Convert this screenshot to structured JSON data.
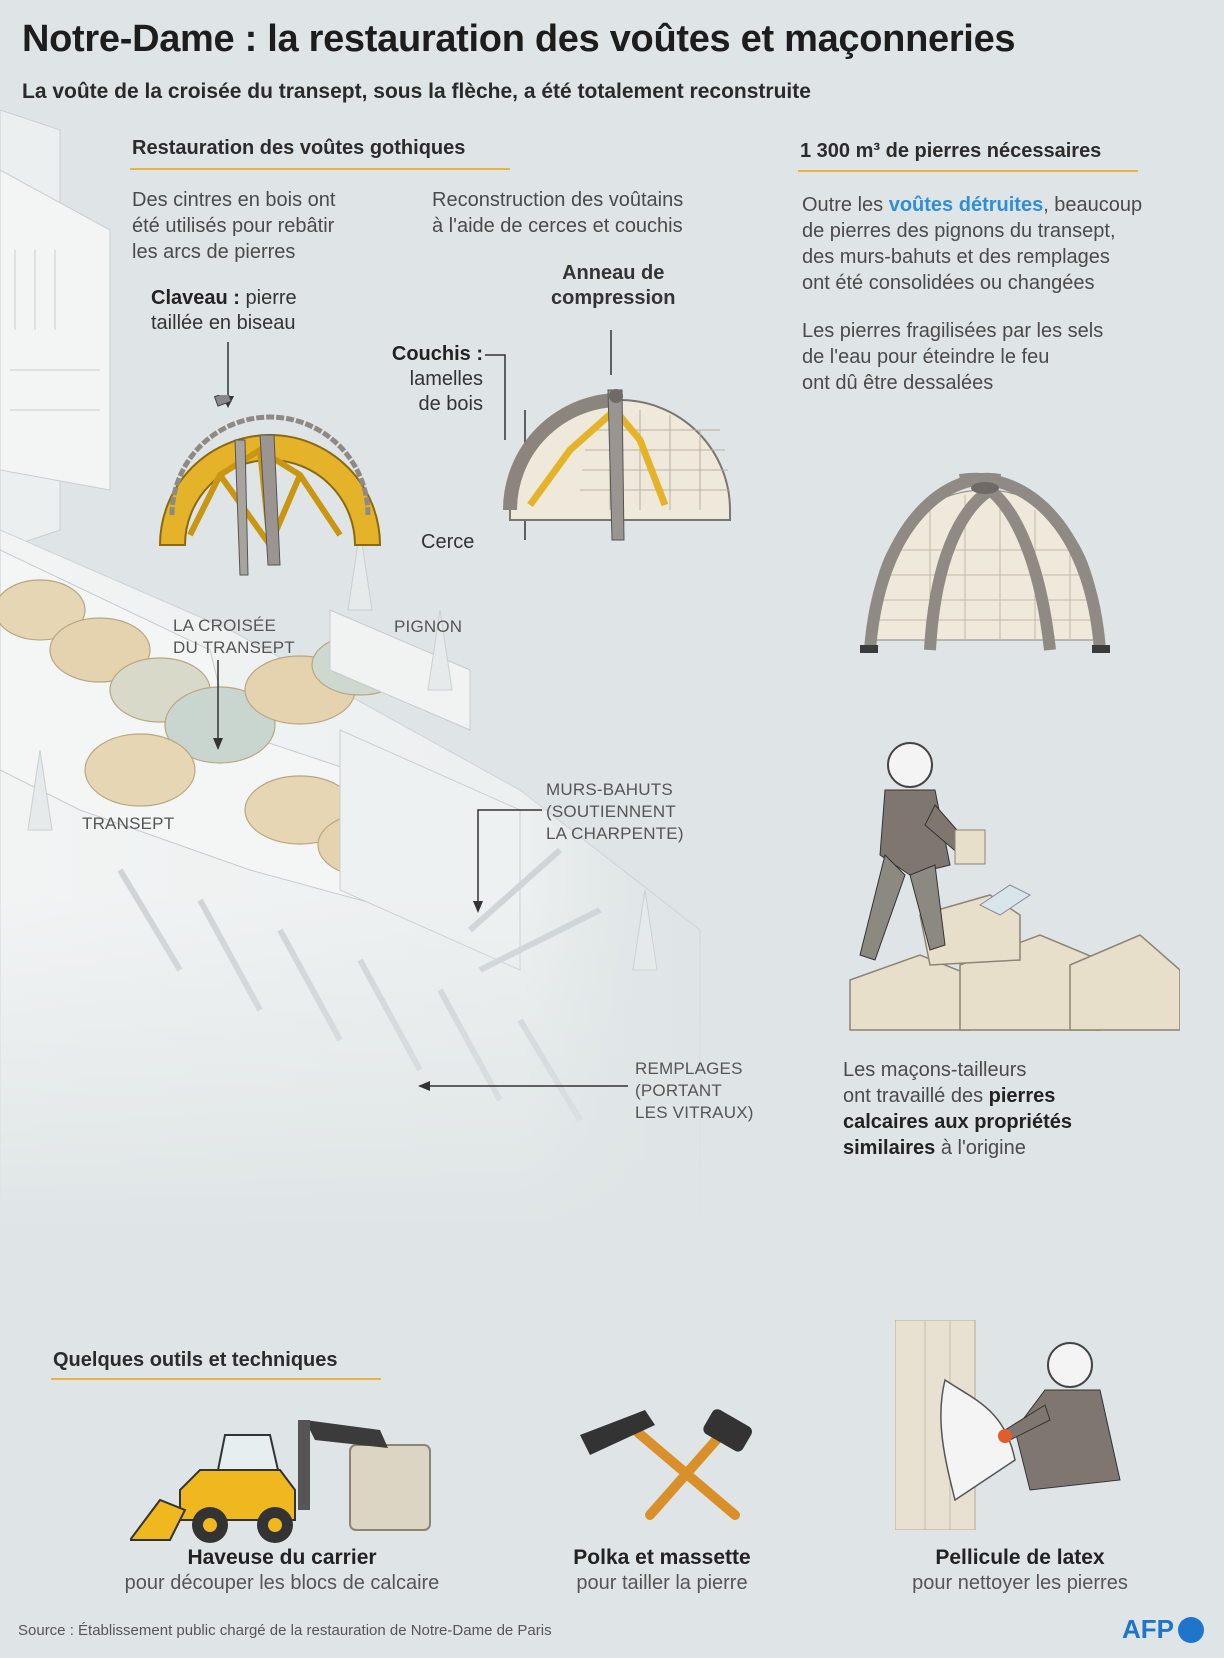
{
  "header": {
    "title": "Notre-Dame : la restauration des voûtes et maçonneries",
    "subtitle": "La voûte de la croisée du transept, sous la flèche, a été totalement reconstruite"
  },
  "vaults": {
    "heading": "Restauration des voûtes gothiques",
    "left_text": [
      "Des cintres en bois ont",
      "été utilisés pour rebâtir",
      "les arcs de pierres"
    ],
    "right_text": [
      "Reconstruction des voûtains",
      "à l'aide de cerces et couchis"
    ],
    "claveau_term": "Claveau :",
    "claveau_desc_1": "pierre",
    "claveau_desc_2": "taillée en biseau",
    "anneau_1": "Anneau de",
    "anneau_2": "compression",
    "couchis_term": "Couchis :",
    "couchis_desc_1": "lamelles",
    "couchis_desc_2": "de bois",
    "cerce": "Cerce"
  },
  "stones": {
    "heading": "1 300 m³ de pierres nécessaires",
    "p1_before": "Outre les ",
    "p1_highlight": "voûtes détruites",
    "p1_after": ", beaucoup",
    "p1_lines": [
      "de pierres des pignons du transept,",
      "des murs-bahuts et des remplages",
      "ont été consolidées ou changées"
    ],
    "p2_lines": [
      "Les pierres fragilisées par les sels",
      "de l'eau pour éteindre le feu",
      "ont dû être dessalées"
    ]
  },
  "masons": {
    "line1": "Les maçons-tailleurs",
    "line2_plain": "ont travaillé des ",
    "line2_bold": "pierres",
    "line3_bold": "calcaires aux propriétés",
    "line4_bold": "similaires",
    "line4_plain": " à l'origine"
  },
  "cathedral_labels": {
    "croisee_1": "LA CROISÉE",
    "croisee_2": "DU TRANSEPT",
    "pignon": "PIGNON",
    "transept": "TRANSEPT",
    "murs_1": "MURS-BAHUTS",
    "murs_2": "(SOUTIENNENT",
    "murs_3": "LA CHARPENTE)",
    "remplages_1": "REMPLAGES",
    "remplages_2": "(PORTANT",
    "remplages_3": "LES VITRAUX)"
  },
  "tools": {
    "heading": "Quelques outils et techniques",
    "items": [
      {
        "title": "Haveuse du carrier",
        "desc": "pour découper les blocs de calcaire"
      },
      {
        "title": "Polka et massette",
        "desc": "pour tailler la pierre"
      },
      {
        "title": "Pellicule de latex",
        "desc": "pour nettoyer les pierres"
      }
    ]
  },
  "footer": {
    "source": "Source : Établissement public chargé de la restauration de Notre-Dame de Paris",
    "logo": "AFP"
  },
  "colors": {
    "background": "#dfe5e6",
    "accent_underline": "#e7b343",
    "wood": "#e5b32a",
    "highlight": "#2f8fd6"
  }
}
